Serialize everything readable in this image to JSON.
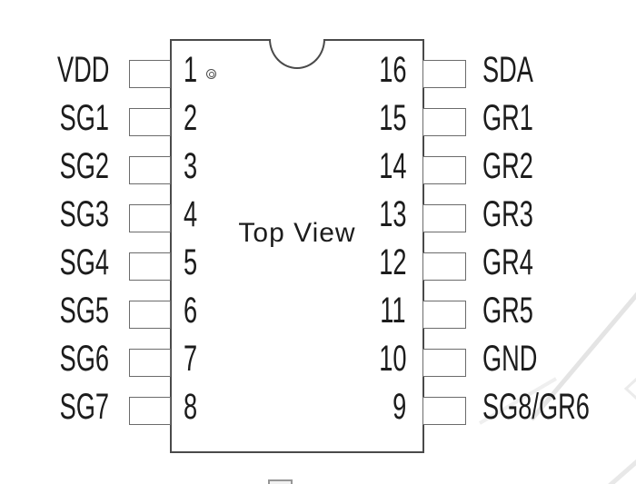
{
  "figure": {
    "view_label": "Top View"
  },
  "pins": [
    {
      "left_label": "VDD",
      "left_number": "1",
      "right_number": "16",
      "right_label": "SDA"
    },
    {
      "left_label": "SG1",
      "left_number": "2",
      "right_number": "15",
      "right_label": "GR1"
    },
    {
      "left_label": "SG2",
      "left_number": "3",
      "right_number": "14",
      "right_label": "GR2"
    },
    {
      "left_label": "SG3",
      "left_number": "4",
      "right_number": "13",
      "right_label": "GR3"
    },
    {
      "left_label": "SG4",
      "left_number": "5",
      "right_number": "12",
      "right_label": "GR4"
    },
    {
      "left_label": "SG5",
      "left_number": "6",
      "right_number": "11",
      "right_label": "GR5"
    },
    {
      "left_label": "SG6",
      "left_number": "7",
      "right_number": "10",
      "right_label": "GND"
    },
    {
      "left_label": "SG7",
      "left_number": "8",
      "right_number": "9",
      "right_label": "SG8/GR6"
    }
  ],
  "icons": {
    "notch": "semicircle-notch",
    "pin1_marker": "double-circle"
  },
  "colors": {
    "chip_outline": "#4a4a4a",
    "pad_outline": "#6b6b6b",
    "text": "#1c1c1c",
    "watermark": "#e5e5e5",
    "background": "#ffffff"
  }
}
